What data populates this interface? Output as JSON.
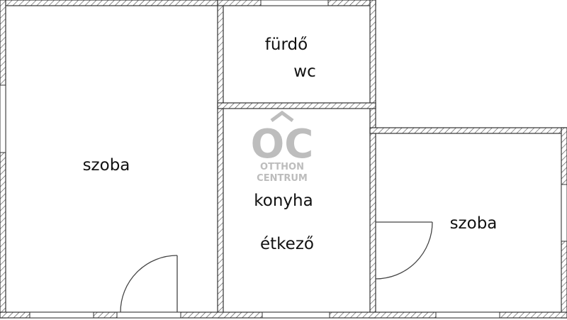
{
  "rooms": {
    "left_room": "szoba",
    "bathroom": "fürdő",
    "wc": "wc",
    "kitchen": "konyha",
    "dining": "étkező",
    "right_room": "szoba"
  },
  "watermark": {
    "logo": "OC",
    "brand_line1": "OTTHON",
    "brand_line2": "CENTRUM"
  },
  "colors": {
    "wall": "#333333",
    "watermark": "#bdbdbd"
  }
}
